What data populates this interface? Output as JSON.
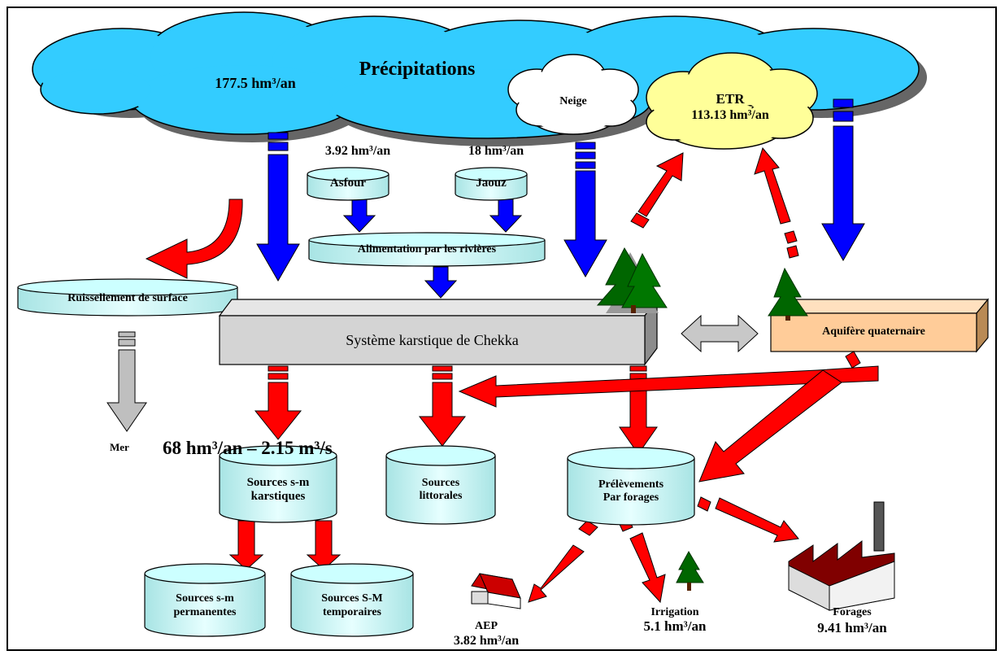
{
  "clouds": {
    "precip_title": "Précipitations",
    "precip_value": "177.5 hm³/an",
    "snow": "Neige",
    "etr_title": "ETR",
    "etr_value": "113.13 hm³/an"
  },
  "rivers": {
    "asfour_value": "3.92 hm³/an",
    "jaouz_value": "18 hm³/an",
    "asfour": "Asfour",
    "jaouz": "Jaouz",
    "feed": "Alimentation par les rivières"
  },
  "runoff": "Ruissellement de surface",
  "sea": "Mer",
  "karst": "Système karstique de Chekka",
  "aquifer": "Aquifère quaternaire",
  "springs": {
    "flow_value": "68 hm³/an – 2.15 m³/s",
    "submarine": [
      "Sources s-m",
      "karstiques"
    ],
    "coastal": [
      "Sources",
      "littorales"
    ],
    "permanent": [
      "Sources s-m",
      "permanentes"
    ],
    "temporary": [
      "Sources S-M",
      "temporaires"
    ]
  },
  "wells": {
    "title": [
      "Prélèvements",
      "Par forages"
    ],
    "aep": "AEP",
    "aep_value": "3.82 hm³/an",
    "irrigation": "Irrigation",
    "irrigation_value": "5.1 hm³/an",
    "industry": "Forages",
    "industry_value": "9.41 hm³/an"
  },
  "colors": {
    "precip": "#33ccff",
    "etr": "#ffff99",
    "down": "#0000ff",
    "out": "#ff0000",
    "sea": "#c0c0c0",
    "cyl": "#ccffff",
    "aquifer": "#ffcc99",
    "tree": "#006600"
  }
}
